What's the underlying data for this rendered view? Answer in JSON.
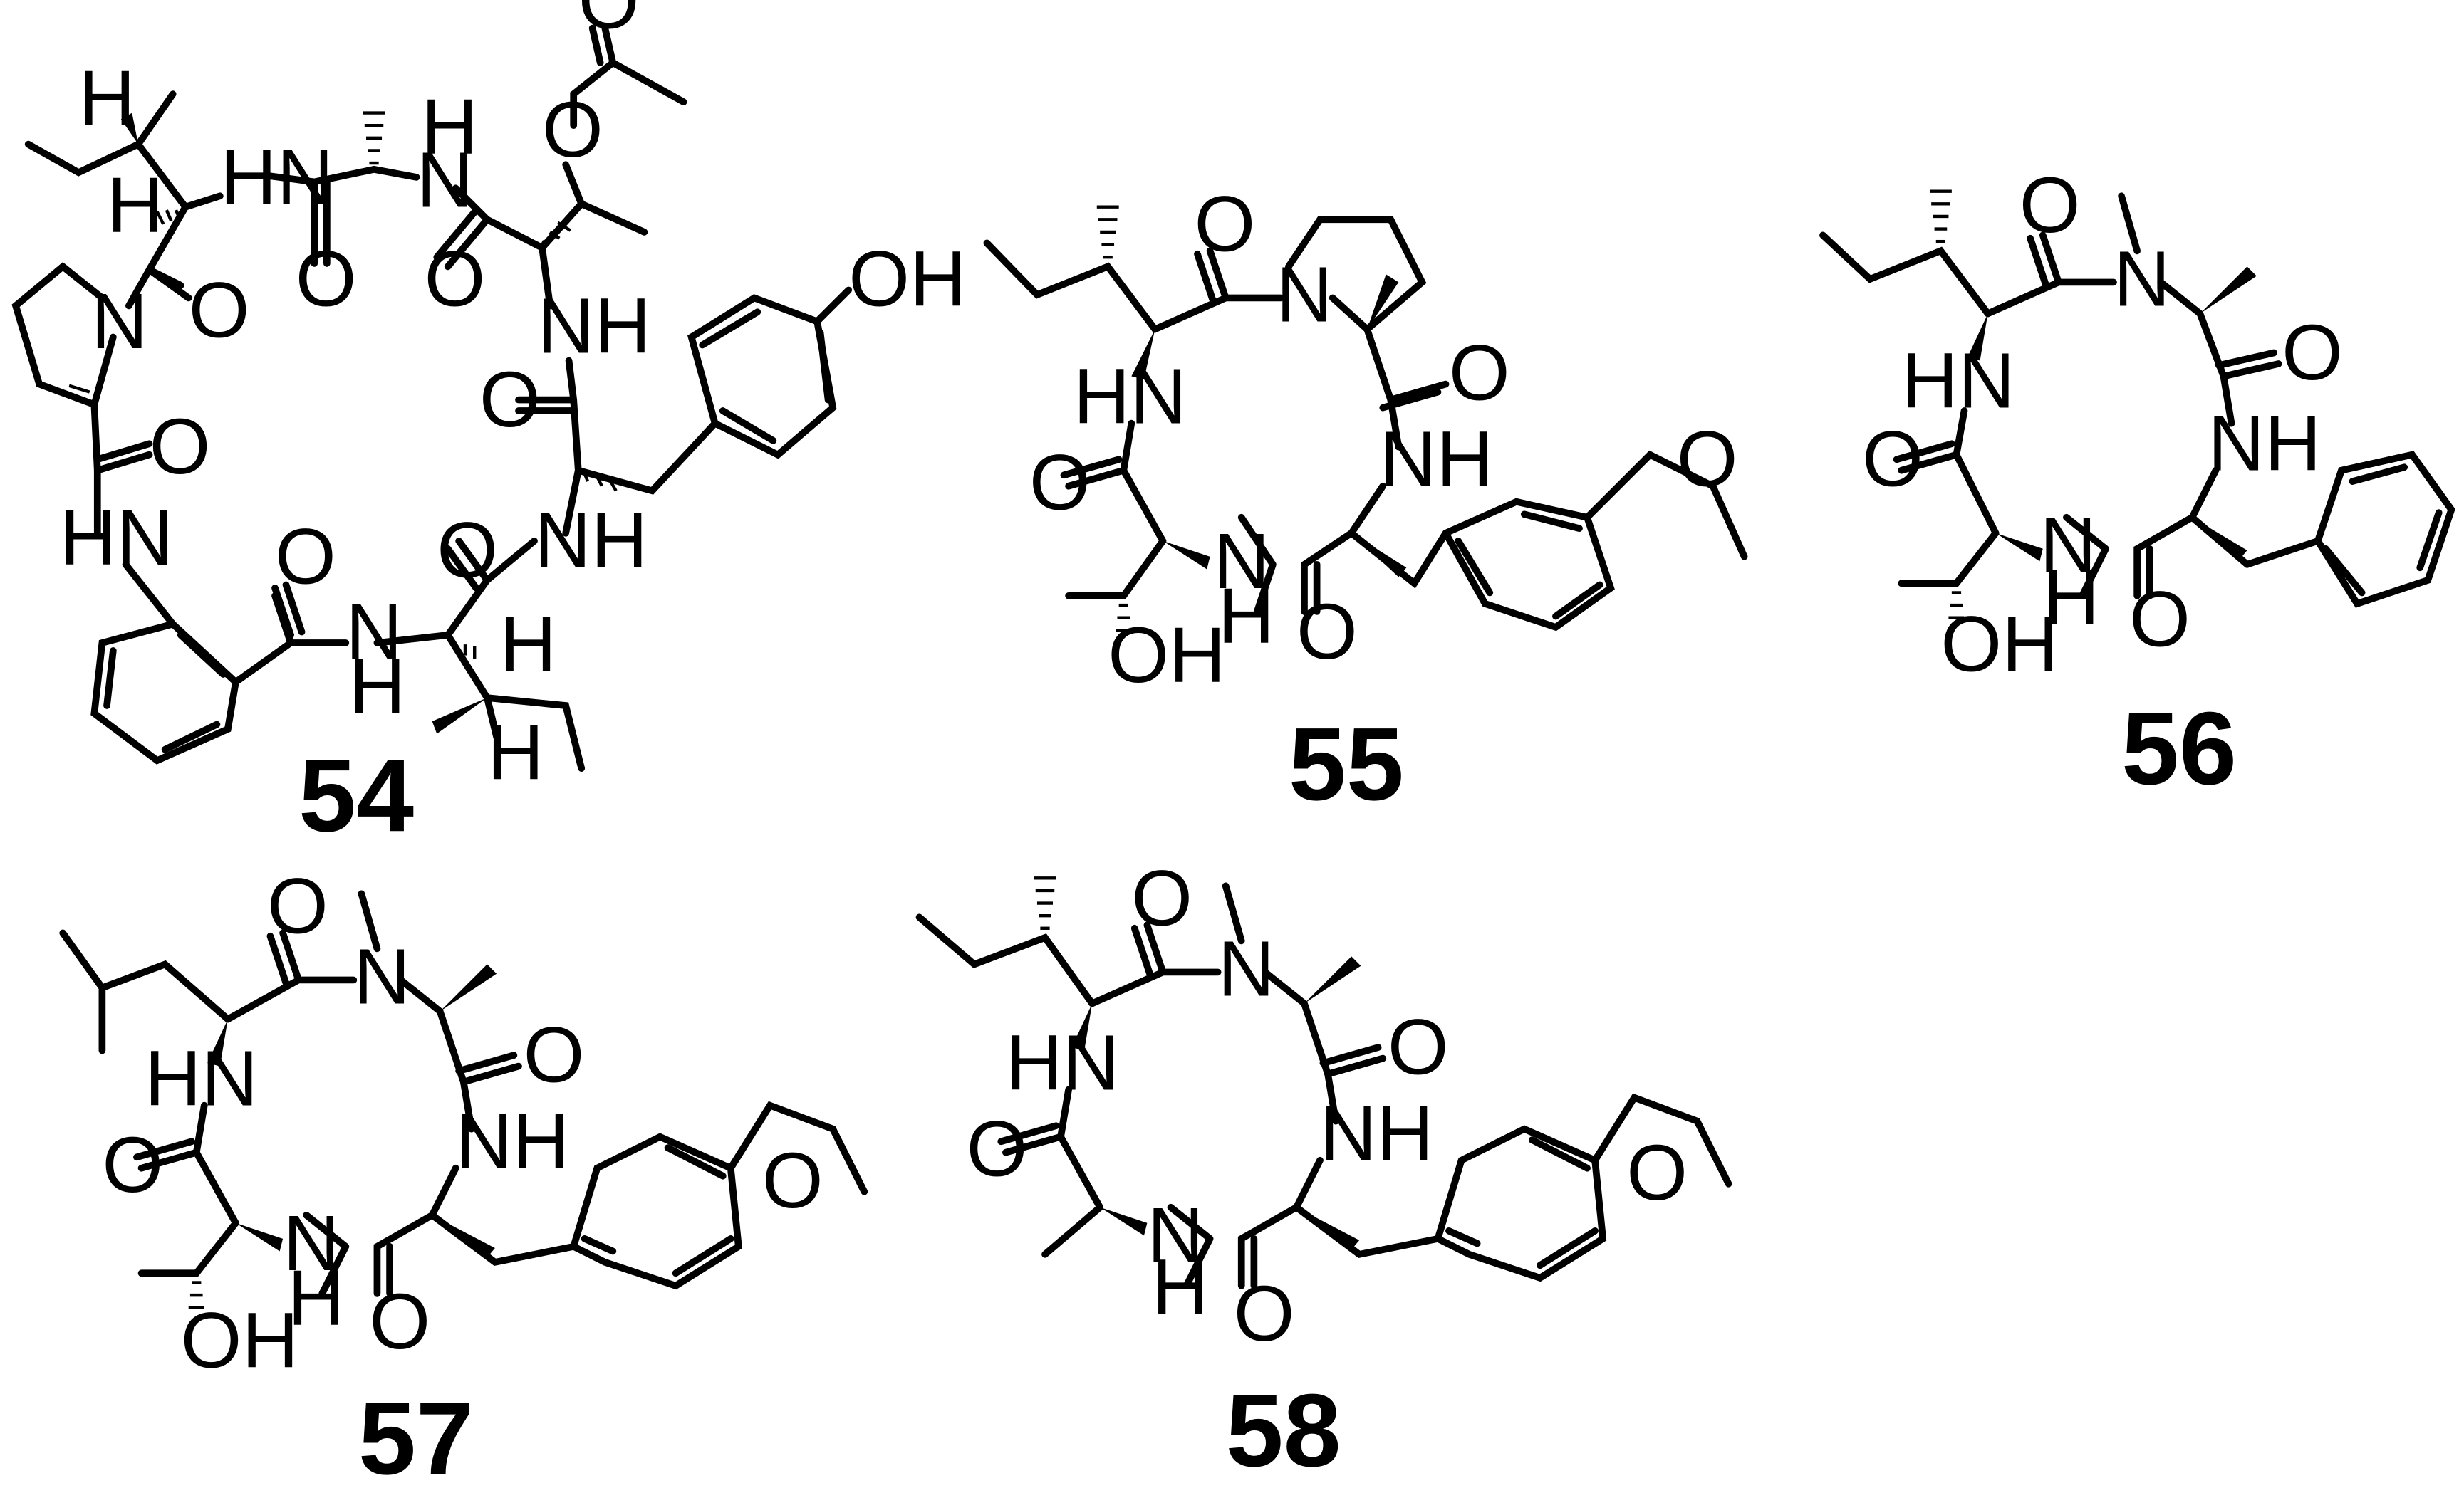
{
  "compounds": [
    {
      "label": "54",
      "atoms": [
        "H",
        "HN",
        "H",
        "N",
        "O",
        "O",
        "N",
        "H",
        "O",
        "O",
        "O",
        "NH",
        "OH",
        "O",
        "O",
        "HN",
        "O",
        "O",
        "NH",
        "N",
        "H",
        "H",
        "H"
      ]
    },
    {
      "label": "55",
      "atoms": [
        "O",
        "N",
        "HN",
        "O",
        "NH",
        "O",
        "N",
        "H",
        "O",
        "OH",
        "O"
      ]
    },
    {
      "label": "56",
      "atoms": [
        "O",
        "N",
        "HN",
        "O",
        "NH",
        "O",
        "N",
        "H",
        "O",
        "OH"
      ]
    },
    {
      "label": "57",
      "atoms": [
        "O",
        "N",
        "HN",
        "O",
        "NH",
        "O",
        "N",
        "H",
        "O",
        "OH",
        "O"
      ]
    },
    {
      "label": "58",
      "atoms": [
        "O",
        "N",
        "HN",
        "O",
        "NH",
        "O",
        "N",
        "H",
        "O",
        "O"
      ]
    }
  ]
}
